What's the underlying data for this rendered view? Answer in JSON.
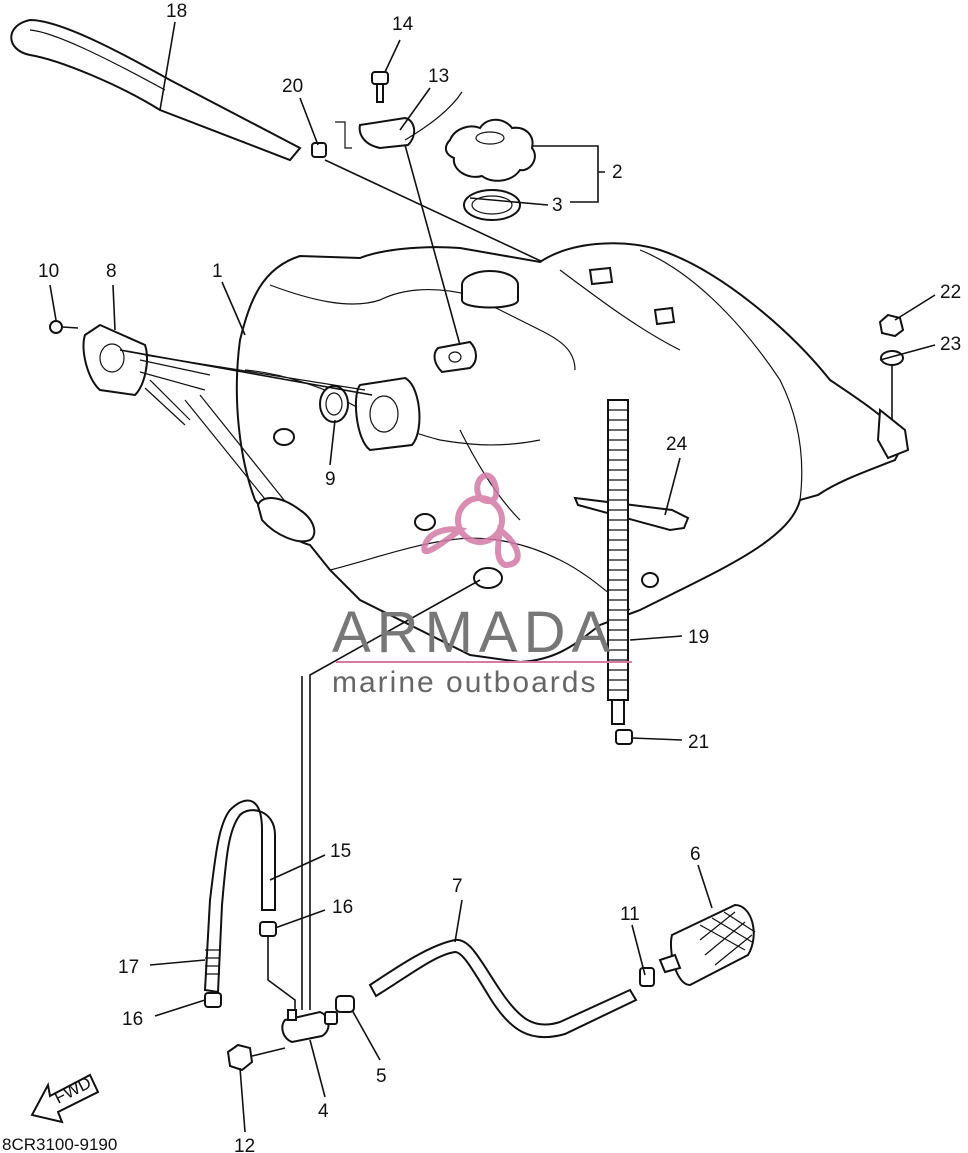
{
  "callouts": {
    "c1": "1",
    "c2": "2",
    "c3": "3",
    "c4": "4",
    "c5": "5",
    "c6": "6",
    "c7": "7",
    "c8": "8",
    "c9": "9",
    "c10": "10",
    "c11": "11",
    "c12": "12",
    "c13": "13",
    "c14": "14",
    "c15": "15",
    "c16a": "16",
    "c16b": "16",
    "c17": "17",
    "c18": "18",
    "c19": "19",
    "c20": "20",
    "c21": "21",
    "c22": "22",
    "c23": "23",
    "c24": "24"
  },
  "watermark": {
    "brand": "ARMADA",
    "tagline": "marine outboards",
    "accent_color": "#d47aa5"
  },
  "fwd_label": "FWD",
  "diagram_code": "8CR3100-9190"
}
